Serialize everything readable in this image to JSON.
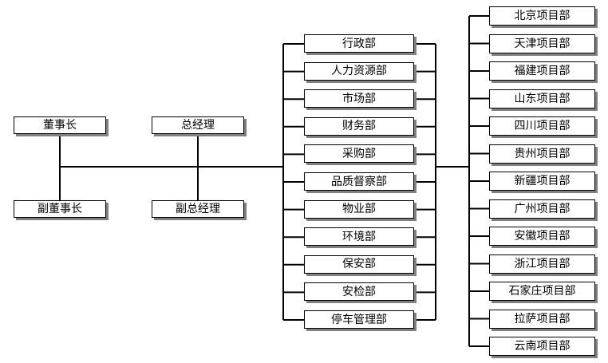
{
  "executives": {
    "chairman": "董事长",
    "vice_chairman": "副董事长",
    "general_manager": "总经理",
    "deputy_general_manager": "副总经理"
  },
  "departments": [
    "行政部",
    "人力资源部",
    "市场部",
    "财务部",
    "采购部",
    "品质督察部",
    "物业部",
    "环境部",
    "保安部",
    "安检部",
    "停车管理部"
  ],
  "projects": [
    "北京项目部",
    "天津项目部",
    "福建项目部",
    "山东项目部",
    "四川项目部",
    "贵州项目部",
    "新疆项目部",
    "广州项目部",
    "安徽项目部",
    "浙江项目部",
    "石家庄项目部",
    "拉萨项目部",
    "云南项目部"
  ],
  "colors": {
    "line": "#000000",
    "box_border": "#000000",
    "box_shadow": "#808080",
    "background": "#ffffff"
  }
}
